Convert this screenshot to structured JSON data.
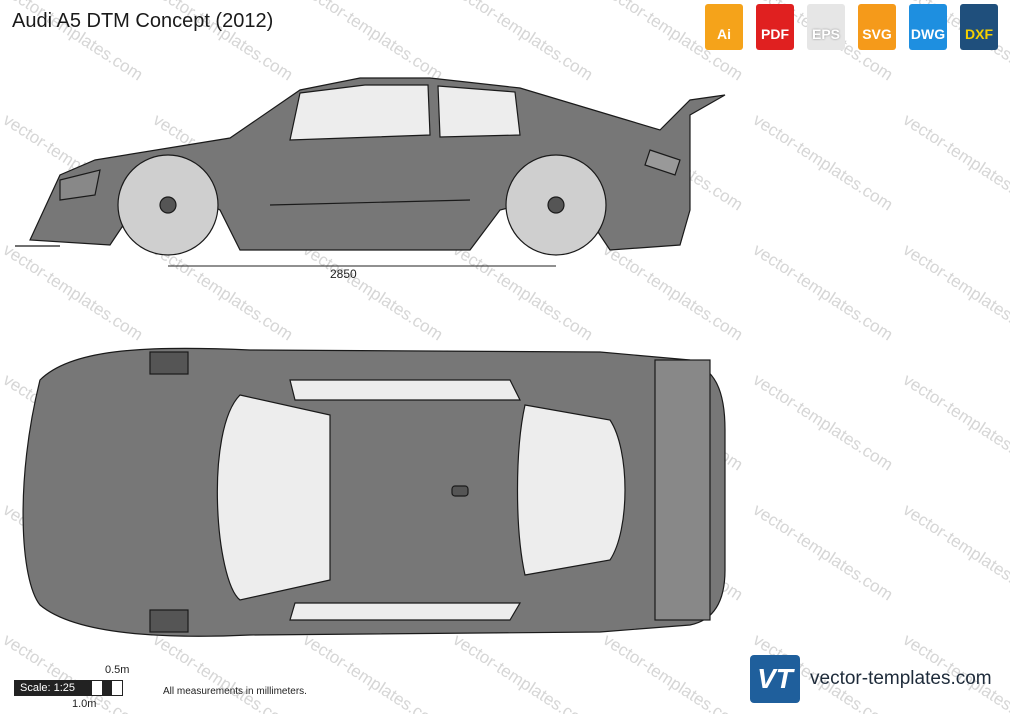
{
  "title": "Audi A5 DTM Concept (2012)",
  "formats": [
    {
      "label": "Ai",
      "color": "#f5a31a"
    },
    {
      "label": "PDF",
      "color": "#e02020"
    },
    {
      "label": "EPS",
      "color": "#e6e6e6"
    },
    {
      "label": "SVG",
      "color": "#f59a1a"
    },
    {
      "label": "DWG",
      "color": "#1e8fe0"
    },
    {
      "label": "DXF",
      "color": "#1f4f7c"
    }
  ],
  "dimension_label": "2850",
  "scale": {
    "label": "Scale: 1:25",
    "half_meter": "0.5m",
    "one_meter": "1.0m"
  },
  "note": "All measurements in millimeters.",
  "brand": {
    "logo_text": "VT",
    "name": "vector-templates.com"
  },
  "watermark_text": "vector-templates.com",
  "colors": {
    "body": "#777777",
    "outline": "#1a1a1a",
    "glass": "#ededed"
  }
}
